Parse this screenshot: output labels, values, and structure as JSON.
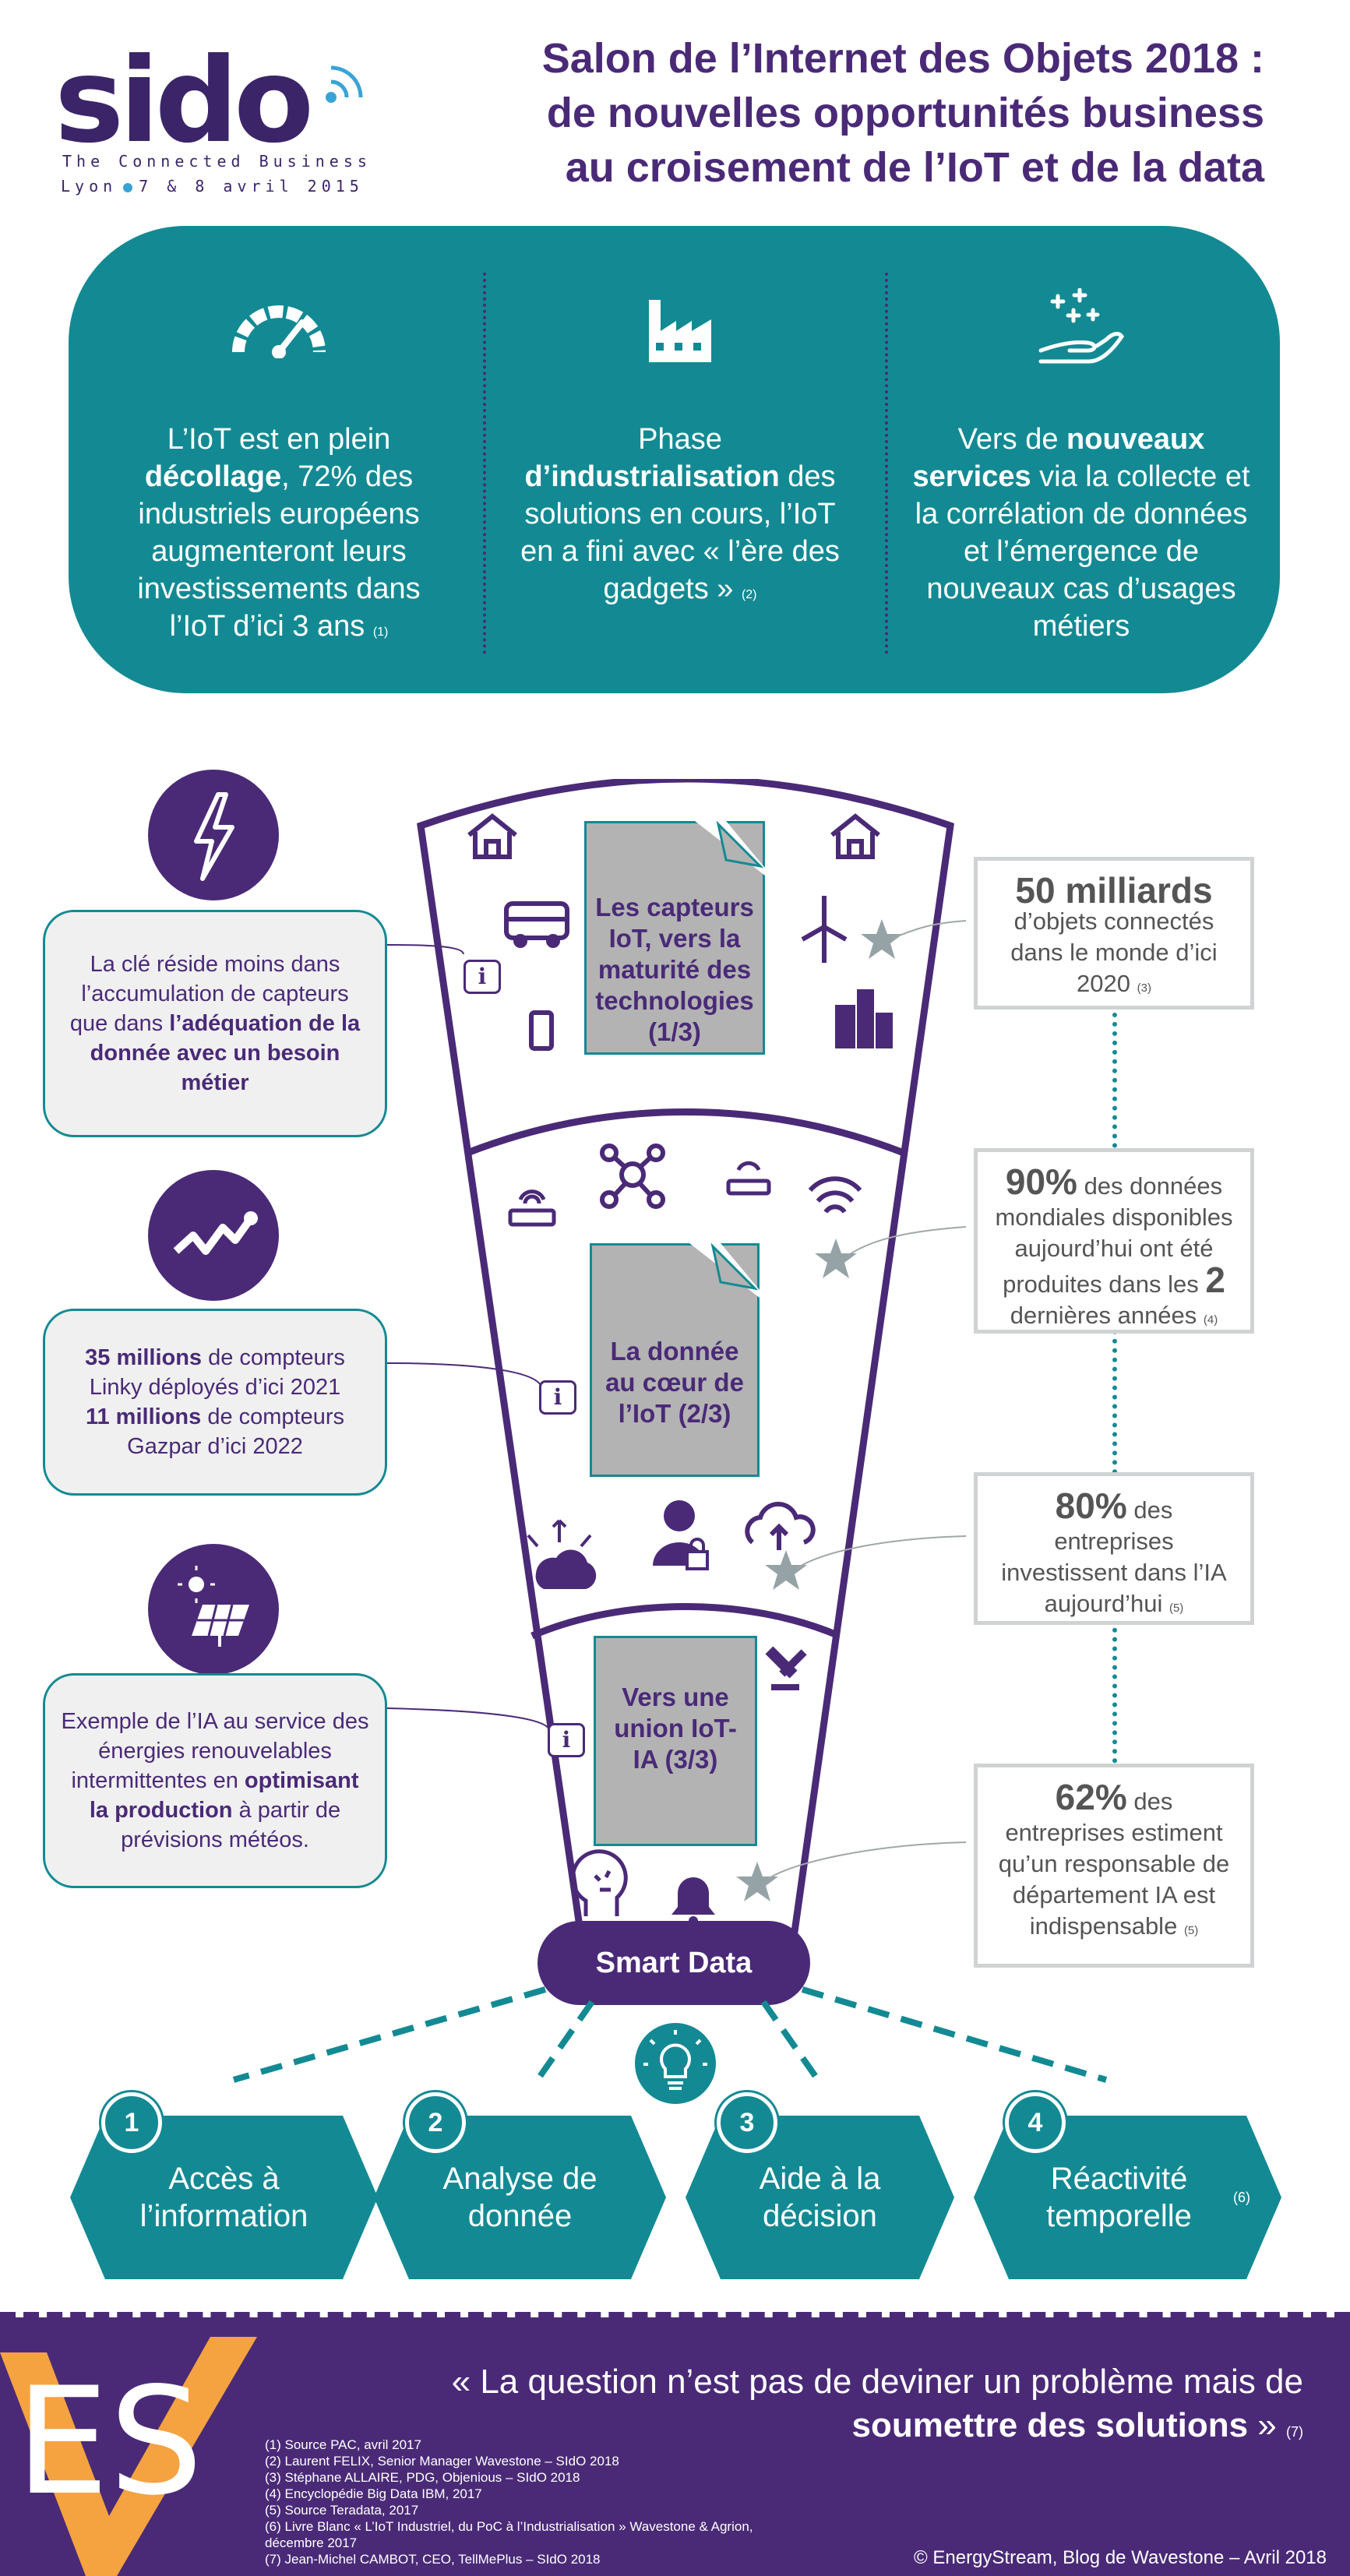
{
  "header": {
    "logo_word": "sido",
    "logo_tagline": "The Connected Business",
    "logo_city": "Lyon",
    "logo_dates": "7 & 8 avril 2015",
    "title_line1": "Salon de l’Internet des Objets 2018 :",
    "title_line2": "de nouvelles opportunités business",
    "title_line3": "au croisement de l’IoT et de la data"
  },
  "banner": {
    "col1": {
      "icon": "speedometer-icon",
      "t1": "L’IoT est en plein ",
      "b1": "décollage",
      "t2": ", 72% des industriels européens augmenteront leurs investissements dans l’IoT d’ici 3 ans ",
      "ref": "(1)"
    },
    "col2": {
      "icon": "factory-icon",
      "t1": "Phase ",
      "b1": "d’industrialisation",
      "t2": " des solutions en cours, l’IoT en a fini avec « l’ère des gadgets » ",
      "ref": "(2)"
    },
    "col3": {
      "icon": "hand-sparkles-icon",
      "t1": "Vers de ",
      "b1": "nouveaux services",
      "t2": " via la collecte et la corrélation de données et l’émergence de nouveaux cas d’usages métiers",
      "ref": ""
    }
  },
  "funnel": {
    "stage1": "Les capteurs IoT, vers la maturité des technologies (1/3)",
    "stage2": "La donnée au cœur de l’IoT (2/3)",
    "stage3": "Vers une union IoT-IA (3/3)",
    "smart_data": "Smart Data"
  },
  "left": {
    "box1": {
      "t1": "La clé réside moins dans l’accumulation de capteurs que dans ",
      "b1": "l’adéquation de la donnée avec un besoin métier"
    },
    "box2": {
      "b1": "35 millions",
      "t1": " de compteurs Linky déployés d’ici 2021",
      "b2": "11 millions",
      "t2": " de compteurs Gazpar d’ici 2022"
    },
    "box3": {
      "t1": "Exemple de l’IA au service des énergies renouvelables intermittentes en ",
      "b1": "optimisant la production",
      "t2": " à partir de prévisions météos."
    },
    "info_glyph": "i"
  },
  "stats": [
    {
      "big": "50 milliards",
      "text": "d’objets connectés dans le monde d’ici 2020",
      "ref": "(3)"
    },
    {
      "big": "90%",
      "text": " des données mondiales disponibles aujourd’hui ont été produites dans les ",
      "big2": "2",
      "text2": " dernières années",
      "ref": "(4)"
    },
    {
      "big": "80%",
      "text": " des entreprises investissent dans l’IA aujourd’hui",
      "ref": "(5)"
    },
    {
      "big": "62%",
      "text": " des entreprises estiment qu’un responsable de département IA est indispensable",
      "ref": "(5)"
    }
  ],
  "steps": [
    {
      "num": "1",
      "label": "Accès à l’information",
      "ref": ""
    },
    {
      "num": "2",
      "label": "Analyse de donnée",
      "ref": ""
    },
    {
      "num": "3",
      "label": "Aide à la décision",
      "ref": ""
    },
    {
      "num": "4",
      "label": "Réactivité temporelle",
      "ref": "(6)"
    }
  ],
  "footer": {
    "quote_l1": "« La question n’est pas de deviner un problème mais de",
    "quote_b": "soumettre des solutions",
    "quote_end": " »",
    "quote_ref": "(7)",
    "refs": [
      "(1) Source PAC, avril 2017",
      "(2) Laurent FELIX, Senior Manager Wavestone – SIdO 2018",
      "(3) Stéphane ALLAIRE, PDG, Objenious – SIdO 2018",
      "(4) Encyclopédie Big Data IBM, 2017",
      "(5) Source Teradata, 2017",
      "(6) Livre Blanc « L’IoT Industriel, du PoC à l’Industrialisation » Wavestone & Agrion, décembre 2017",
      "(7) Jean-Michel CAMBOT, CEO, TellMePlus – SIdO 2018"
    ],
    "copyright": "© EnergyStream, Blog de Wavestone – Avril 2018",
    "es_logo": "ES"
  },
  "colors": {
    "purple": "#4a2a77",
    "teal": "#138a93",
    "grey_card": "#b3b3b3",
    "orange": "#f4a340"
  }
}
